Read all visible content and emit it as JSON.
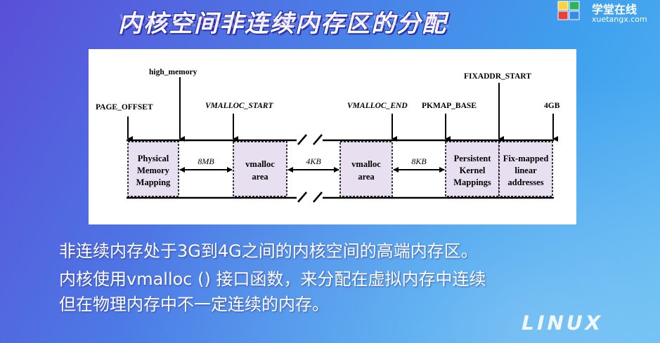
{
  "slide": {
    "title": "内核空间非连续内存区的分配",
    "logo_brand": "学堂在线",
    "logo_url": "xuetangx.com",
    "caption_lines": [
      "非连续内存处于3G到4G之间的内核空间的高端内存区。",
      "内核使用vmalloc () 接口函数，来分配在虚拟内存中连续",
      "但在物理内存中不一定连续的内存。"
    ],
    "watermark": "LINUX"
  },
  "diagram": {
    "markers": {
      "page_offset": "PAGE_OFFSET",
      "high_memory": "high_memory",
      "vmalloc_start": "VMALLOC_START",
      "vmalloc_end": "VMALLOC_END",
      "pkmap_base": "PKMAP_BASE",
      "fixaddr_start": "FIXADDR_START",
      "four_gb": "4GB"
    },
    "regions": {
      "physical": [
        "Physical",
        "Memory",
        "Mapping"
      ],
      "vmalloc1": [
        "vmalloc",
        "area"
      ],
      "vmalloc2": [
        "vmalloc",
        "area"
      ],
      "persistent": [
        "Persistent",
        "Kernel",
        "Mappings"
      ],
      "fixmapped": [
        "Fix-mapped",
        "linear",
        "addresses"
      ]
    },
    "gaps": {
      "gap1": "8MB",
      "gap2": "4KB",
      "gap3": "8KB"
    }
  },
  "colors": {
    "background_start": "#5a4fd8",
    "background_end": "#59b8f2",
    "region_fill": "#e8e0f0",
    "line": "#000000"
  }
}
